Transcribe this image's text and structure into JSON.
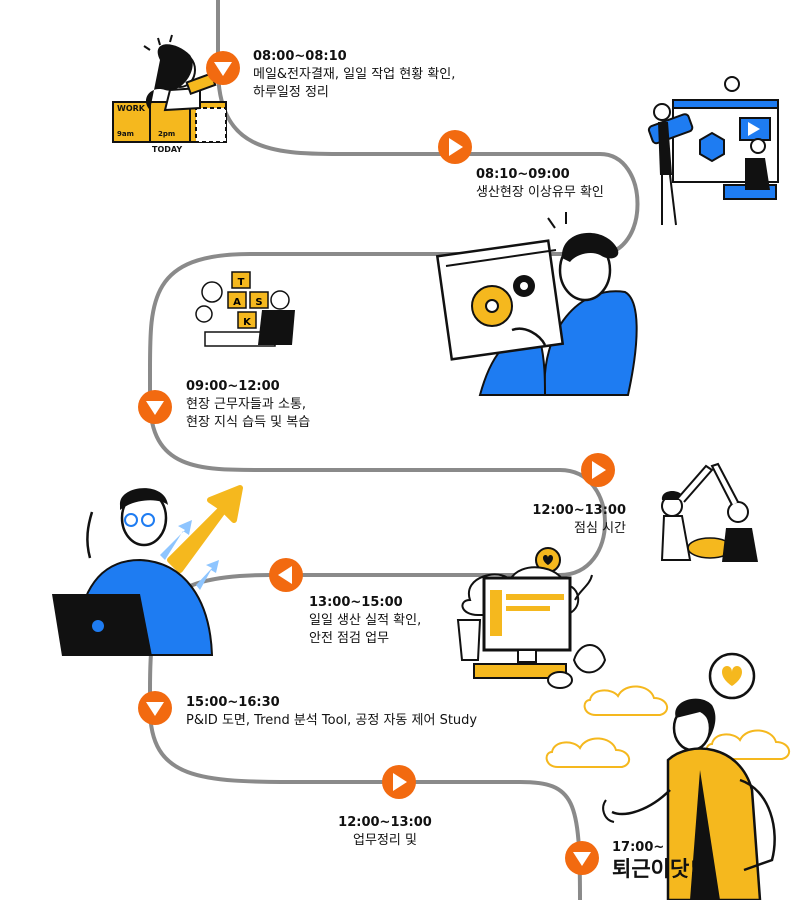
{
  "colors": {
    "path": "#8a8a8a",
    "marker": "#f26a10",
    "accent_blue": "#1e7cf2",
    "accent_yellow": "#f5b81e",
    "ink": "#111111"
  },
  "schedule": [
    {
      "time": "08:00~08:10",
      "lines": [
        "메일&전자결재, 일일 작업 현황 확인,",
        "하루일정 정리"
      ],
      "marker": "down"
    },
    {
      "time": "08:10~09:00",
      "lines": [
        "생산현장 이상유무 확인"
      ],
      "marker": "right"
    },
    {
      "time": "09:00~12:00",
      "lines": [
        "현장 근무자들과 소통,",
        "현장 지식 습득 및 복습"
      ],
      "marker": "down"
    },
    {
      "time": "12:00~13:00",
      "lines": [
        "점심 시간"
      ],
      "marker": "right"
    },
    {
      "time": "13:00~15:00",
      "lines": [
        "일일 생산 실적 확인,",
        "안전 점검 업무"
      ],
      "marker": "left"
    },
    {
      "time": "15:00~16:30",
      "lines": [
        "P&ID 도면, Trend 분석 Tool, 공정 자동 제어 Study"
      ],
      "marker": "down"
    },
    {
      "time": "12:00~13:00",
      "lines": [
        "업무정리 및"
      ],
      "marker": "right"
    }
  ],
  "final": {
    "time": "17:00~",
    "text": "퇴근이닷!",
    "marker": "down"
  },
  "illustrations": {
    "today_board": {
      "words": [
        "WORK",
        "9am",
        "2pm",
        "TODAY"
      ]
    },
    "task_board": {
      "letters": [
        "T",
        "A",
        "S",
        "K"
      ]
    }
  }
}
